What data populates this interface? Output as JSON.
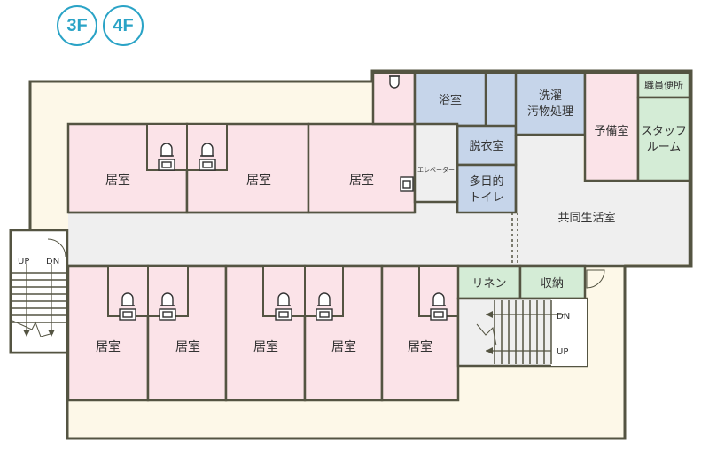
{
  "floor_tabs": [
    "3F",
    "4F"
  ],
  "colors": {
    "living_room": "#fbe3e8",
    "wet_room": "#c6d5ea",
    "storage": "#d4ecd6",
    "corridor": "#efefef",
    "exterior": "#fdf8e8",
    "wall": "#545442",
    "accent": "#2aa3c6"
  },
  "rooms": {
    "bath": "浴室",
    "laundry_line1": "洗濯",
    "laundry_line2": "汚物処理",
    "staff_toilet": "職員便所",
    "spare_room": "予備室",
    "staff_room_line1": "スタッフ",
    "staff_room_line2": "ルーム",
    "dressing_room": "脱衣室",
    "multi_toilet_line1": "多目的",
    "multi_toilet_line2": "トイレ",
    "elevator": "エレベーター",
    "common_room": "共同生活室",
    "linen": "リネン",
    "storage": "収納",
    "living_room": "居室"
  },
  "stairs": {
    "up": "UP",
    "down": "DN"
  }
}
